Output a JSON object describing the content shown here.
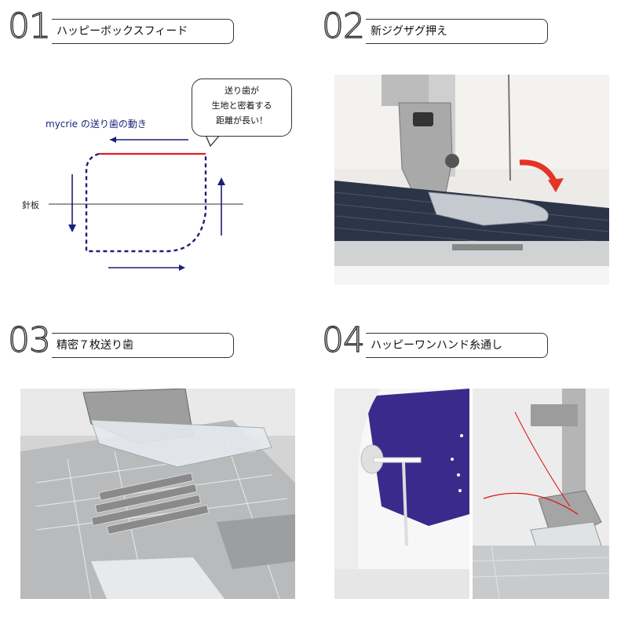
{
  "sections": [
    {
      "number": "01",
      "title": "ハッピーボックスフィード"
    },
    {
      "number": "02",
      "title": "新ジグザグ押え"
    },
    {
      "number": "03",
      "title": "精密７枚送り歯"
    },
    {
      "number": "04",
      "title": "ハッピーワンハンド糸通し"
    }
  ],
  "diagram": {
    "motion_label": "mycrie の送り歯の動き",
    "plate_label": "針板",
    "bubble_lines": [
      "送り歯が",
      "生地と密着する",
      "距離が長い！"
    ],
    "colors": {
      "path": "#1c1f7a",
      "contact": "#e01e2e",
      "text_blue": "#1c1f7a"
    }
  }
}
